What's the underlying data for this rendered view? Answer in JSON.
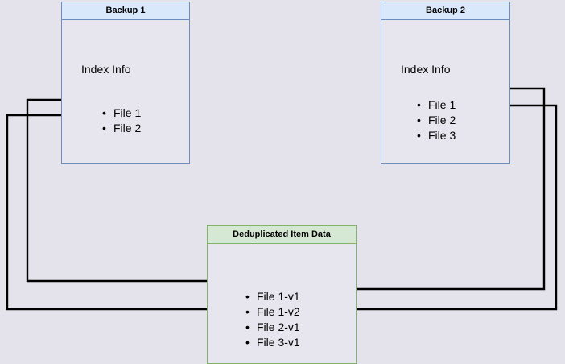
{
  "diagram": {
    "title": "Deduplicated backup index diagram",
    "background_color": "#e4e2ea",
    "blue_fill": "#dae8fc",
    "blue_stroke": "#6c8ebf",
    "green_fill": "#d5e8d4",
    "green_stroke": "#82b366",
    "body_fill": "#e7e5ed",
    "wire_color": "#000000"
  },
  "backup1": {
    "title": "Backup 1",
    "index_label": "Index Info",
    "files": [
      {
        "label": "File 1"
      },
      {
        "label": "File 2"
      }
    ]
  },
  "backup2": {
    "title": "Backup 2",
    "index_label": "Index Info",
    "files": [
      {
        "label": "File 1"
      },
      {
        "label": "File 2"
      },
      {
        "label": "File 3"
      }
    ]
  },
  "dedup": {
    "title": "Deduplicated Item Data",
    "items": [
      {
        "label": "File 1-v1"
      },
      {
        "label": "File 1-v2"
      },
      {
        "label": "File 2-v1"
      },
      {
        "label": "File 3-v1"
      }
    ]
  },
  "connections": [
    {
      "name": "backup1-file1-to-file1v1",
      "from": "Backup 1 / File 1",
      "to": "Deduplicated Item Data / File 1-v1"
    },
    {
      "name": "backup1-file2-to-file2v1",
      "from": "Backup 1 / File 2",
      "to": "Deduplicated Item Data / File 2-v1"
    },
    {
      "name": "backup2-file1-to-file1v2",
      "from": "Backup 2 / File 1",
      "to": "Deduplicated Item Data / File 1-v2"
    },
    {
      "name": "backup2-file2-to-file2v1",
      "from": "Backup 2 / File 2",
      "to": "Deduplicated Item Data / File 2-v1"
    }
  ]
}
